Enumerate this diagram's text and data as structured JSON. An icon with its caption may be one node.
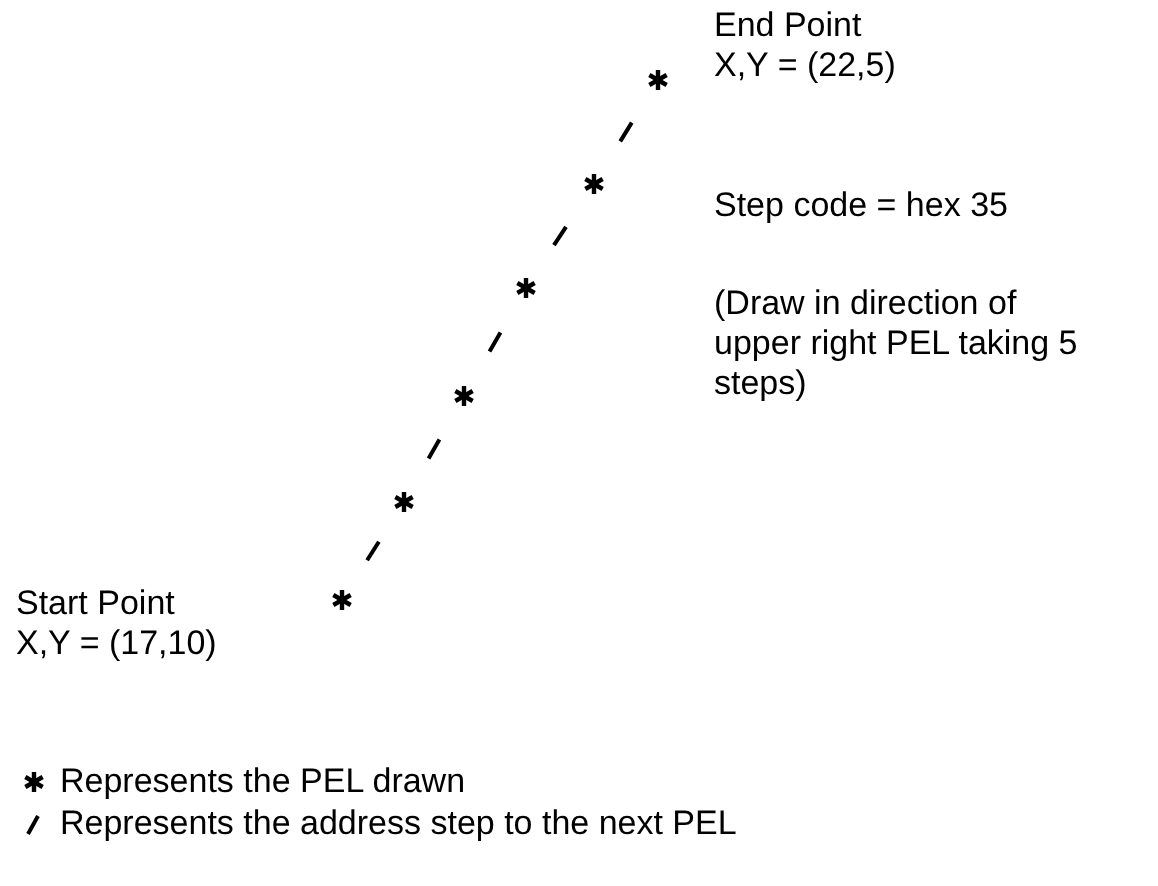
{
  "diagram": {
    "nodes": [
      {
        "text": [],
        "shape": "asterisk",
        "beside": [
          "Start Point",
          "X,Y = (17,10)"
        ]
      },
      {
        "text": [],
        "shape": "asterisk"
      },
      {
        "text": [],
        "shape": "asterisk"
      },
      {
        "text": [],
        "shape": "asterisk"
      },
      {
        "text": [],
        "shape": "asterisk"
      },
      {
        "text": [],
        "shape": "asterisk",
        "beside": [
          "End Point",
          "X,Y = (22,5)"
        ]
      }
    ],
    "edges": [
      {
        "from": 0,
        "to": 1,
        "arrow": "none",
        "style": "dashed"
      },
      {
        "from": 1,
        "to": 2,
        "arrow": "none",
        "style": "dashed"
      },
      {
        "from": 2,
        "to": 3,
        "arrow": "none",
        "style": "dashed"
      },
      {
        "from": 3,
        "to": 4,
        "arrow": "none",
        "style": "dashed"
      },
      {
        "from": 4,
        "to": 5,
        "arrow": "none",
        "style": "dashed"
      }
    ],
    "labels": [
      "Step code = hex 35",
      "(Draw in direction of upper right PEL taking 5 steps)"
    ],
    "legend": [
      {
        "text": "Represents the PEL drawn"
      },
      {
        "text": "Represents the address step to the next PEL"
      }
    ]
  }
}
